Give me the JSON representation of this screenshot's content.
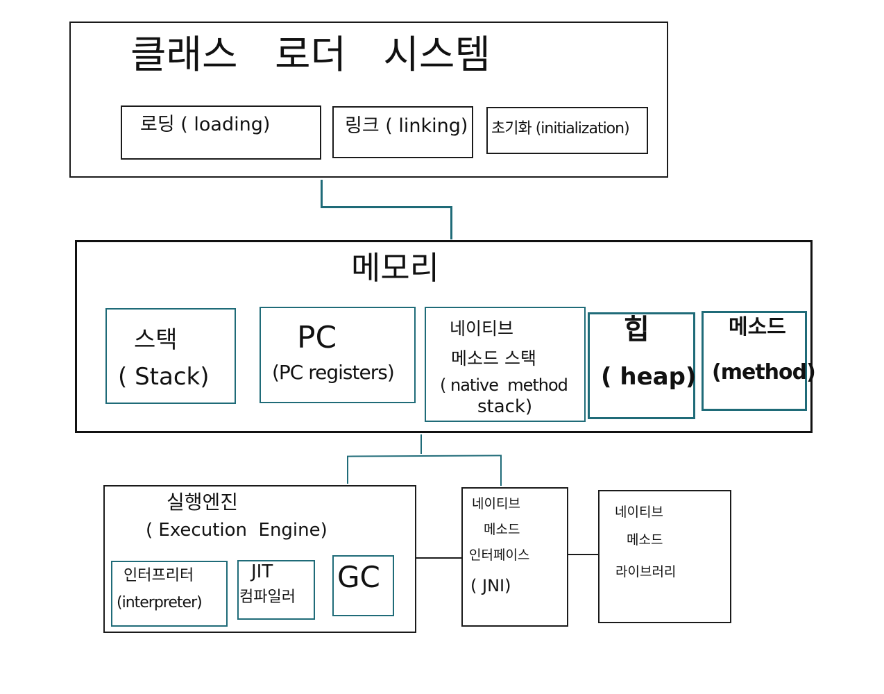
{
  "class_loader": {
    "title": "클래스   로더   시스템",
    "loading": "로딩 ( loading)",
    "linking": "링크 ( linking)",
    "initialization": "초기화 (initialization)"
  },
  "memory": {
    "title": "메모리",
    "stack_ko": "스택",
    "stack_en": "( Stack)",
    "pc_ko": "PC",
    "pc_en": "(PC registers)",
    "native_ko_1": "네이티브",
    "native_ko_2": "메소드 스택",
    "native_en_1": "( native  method",
    "native_en_2": "stack)",
    "heap_ko": "힙",
    "heap_en": "( heap)",
    "method_ko": "메소드",
    "method_en": "(method)"
  },
  "execution_engine": {
    "title_ko": "실행엔진",
    "title_en": "( Execution  Engine)",
    "interpreter_ko": "인터프리터",
    "interpreter_en": "(interpreter)",
    "jit_1": "JIT",
    "jit_2": "컴파일러",
    "gc": "GC"
  },
  "jni": {
    "line1": "네이티브",
    "line2": "메소드",
    "line3": "인터페이스",
    "line4": "( JNI)"
  },
  "native_library": {
    "line1": "네이티브",
    "line2": "메소드",
    "line3": "라이브러리"
  }
}
